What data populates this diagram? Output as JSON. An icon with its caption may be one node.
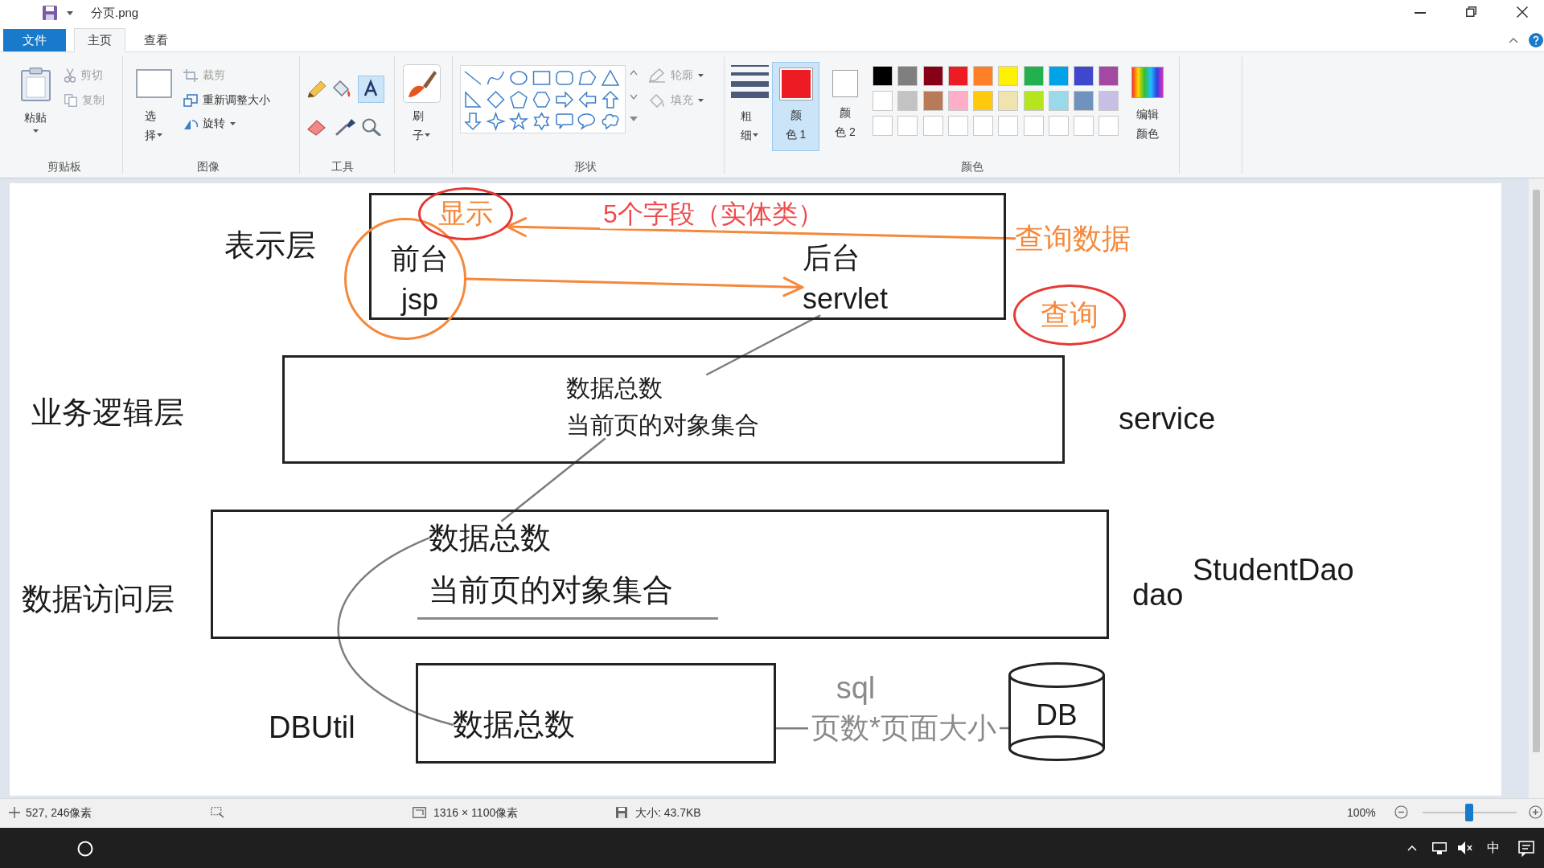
{
  "diagram": {
    "nodes": [
      {
        "text": [],
        "shape": "box"
      },
      {
        "text": [
          "前台",
          "jsp"
        ]
      },
      {
        "text": [
          "后台",
          "servlet"
        ],
        "in": 0
      },
      {
        "text": [
          "显示"
        ]
      },
      {
        "text": [
          "查询数据"
        ]
      },
      {
        "text": [
          "查询"
        ]
      },
      {
        "text": [],
        "shape": "box",
        "beside": [
          "业务逻辑层",
          "service"
        ]
      },
      {
        "text": [
          "数据总数",
          "当前页的对象集合"
        ],
        "in": 6
      },
      {
        "text": [],
        "shape": "box",
        "beside": [
          "数据访问层",
          "dao",
          "StudentDao"
        ]
      },
      {
        "text": [
          "数据总数",
          "当前页的对象集合"
        ],
        "in": 8
      },
      {
        "text": [],
        "shape": "box",
        "beside": [
          "DBUtil"
        ]
      },
      {
        "text": [
          "数据总数"
        ],
        "in": 10
      },
      {
        "text": [
          "DB"
        ]
      }
    ],
    "edges": [
      {
        "from": 4,
        "to": 3,
        "arrow": "to",
        "label": "5个字段（实体类）",
        "color": "#f5883a"
      },
      {
        "from": 1,
        "to": 2,
        "arrow": "to",
        "color": "#f5883a"
      },
      {
        "from": 7,
        "to": 2,
        "arrow": "none"
      },
      {
        "from": 9,
        "to": 7,
        "arrow": "none"
      },
      {
        "from": 11,
        "to": 9,
        "arrow": "none"
      },
      {
        "from": 10,
        "to": 12,
        "arrow": "none",
        "label": "页数*页面大小"
      }
    ],
    "labels": [
      "分页.png",
      "文件",
      "主页",
      "查看",
      "粘贴",
      "剪切",
      "复制",
      "选择",
      "裁剪",
      "重新调整大小",
      "旋转",
      "刷子",
      "轮廓",
      "填充",
      "粗细",
      "颜色 1",
      "颜色 2",
      "编辑颜色",
      "剪贴板",
      "图像",
      "工具",
      "形状",
      "颜色",
      "表示层",
      "sql",
      "527, 246像素",
      "1316 × 1100像素",
      "大小: 43.7KB",
      "100%",
      "中"
    ]
  }
}
